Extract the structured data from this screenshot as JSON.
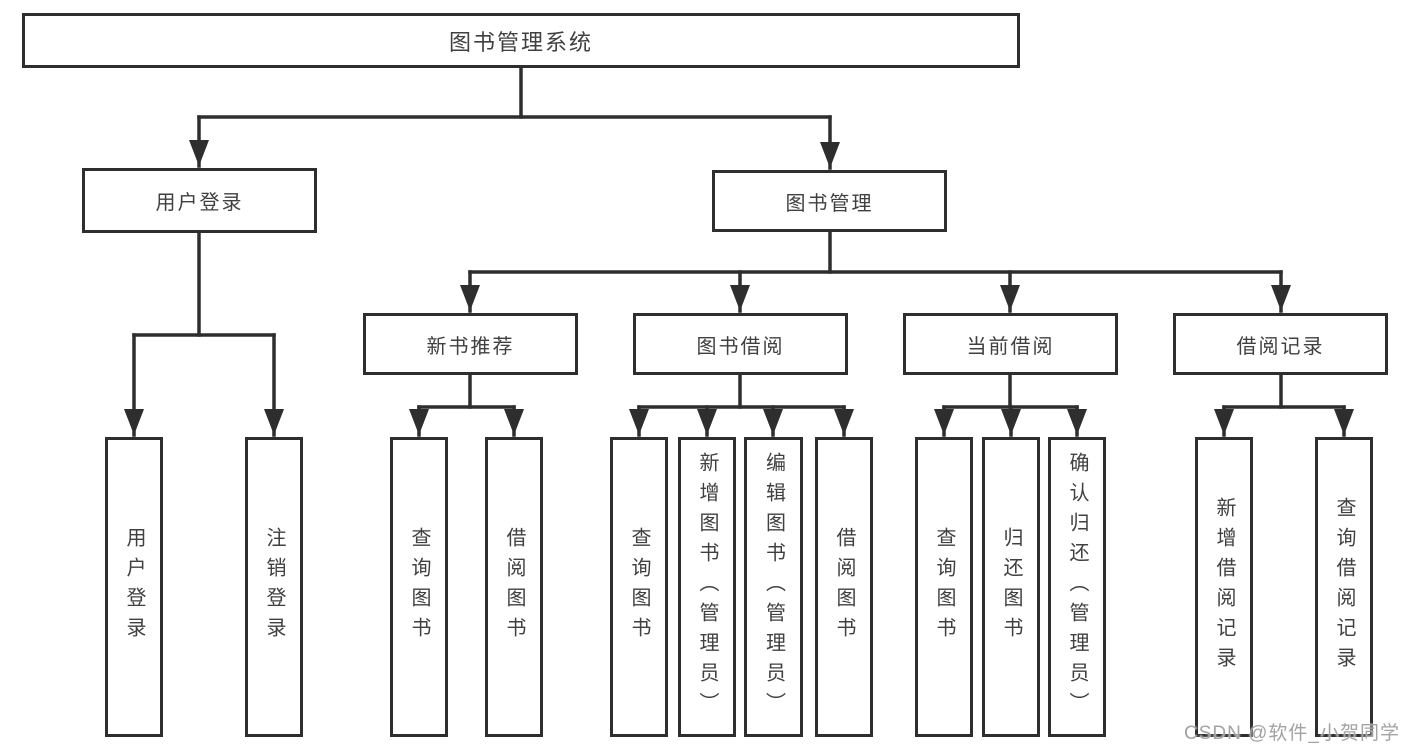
{
  "diagram_title": "图书管理系统",
  "watermark": "CSDN @软件_小贺同学",
  "colors": {
    "line": "#2e2e2e",
    "text": "#404040",
    "box_fill": "#ffffff",
    "watermark": "#a3a3a3",
    "background": "#ffffff"
  },
  "tree": {
    "label": "图书管理系统",
    "children": [
      {
        "label": "用户登录",
        "children": [
          {
            "label": "用户登录"
          },
          {
            "label": "注销登录"
          }
        ]
      },
      {
        "label": "图书管理",
        "children": [
          {
            "label": "新书推荐",
            "children": [
              {
                "label": "查询图书"
              },
              {
                "label": "借阅图书"
              }
            ]
          },
          {
            "label": "图书借阅",
            "children": [
              {
                "label": "查询图书"
              },
              {
                "label": "新增图书（管理员）"
              },
              {
                "label": "编辑图书（管理员）"
              },
              {
                "label": "借阅图书"
              }
            ]
          },
          {
            "label": "当前借阅",
            "children": [
              {
                "label": "查询图书"
              },
              {
                "label": "归还图书"
              },
              {
                "label": "确认归还（管理员）"
              }
            ]
          },
          {
            "label": "借阅记录",
            "children": [
              {
                "label": "新增借阅记录"
              },
              {
                "label": "查询借阅记录"
              }
            ]
          }
        ]
      }
    ]
  }
}
